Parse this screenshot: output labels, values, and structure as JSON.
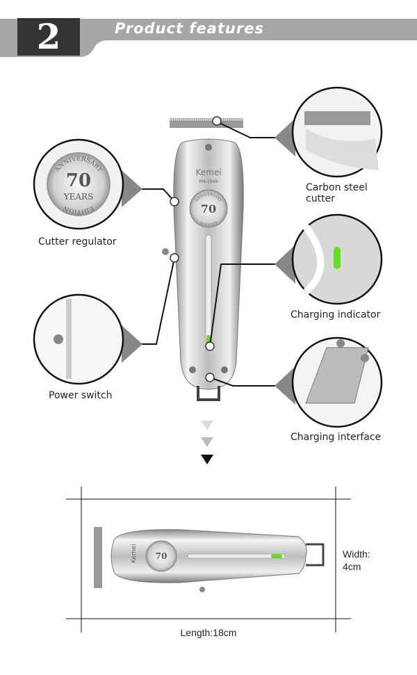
{
  "header": {
    "number": "2",
    "title": "Product features"
  },
  "brand": {
    "name": "Kemei",
    "model": "KM-1949",
    "badge": {
      "top": "ANNIVERSARY",
      "number": "70",
      "unit": "YEARS",
      "bottom": "EDITION"
    }
  },
  "features": [
    {
      "label": "Cutter regulator"
    },
    {
      "label": "Carbon steel cutter"
    },
    {
      "label": "Charging indicator"
    },
    {
      "label": "Power switch"
    },
    {
      "label": "Charging interface"
    }
  ],
  "dimensions": {
    "width": "Width:",
    "width_value": "4cm",
    "length": "Length:18cm"
  },
  "colors": {
    "header_bar": "#a6a6a6",
    "header_box": "#333333",
    "indicator": "#66dd22"
  }
}
